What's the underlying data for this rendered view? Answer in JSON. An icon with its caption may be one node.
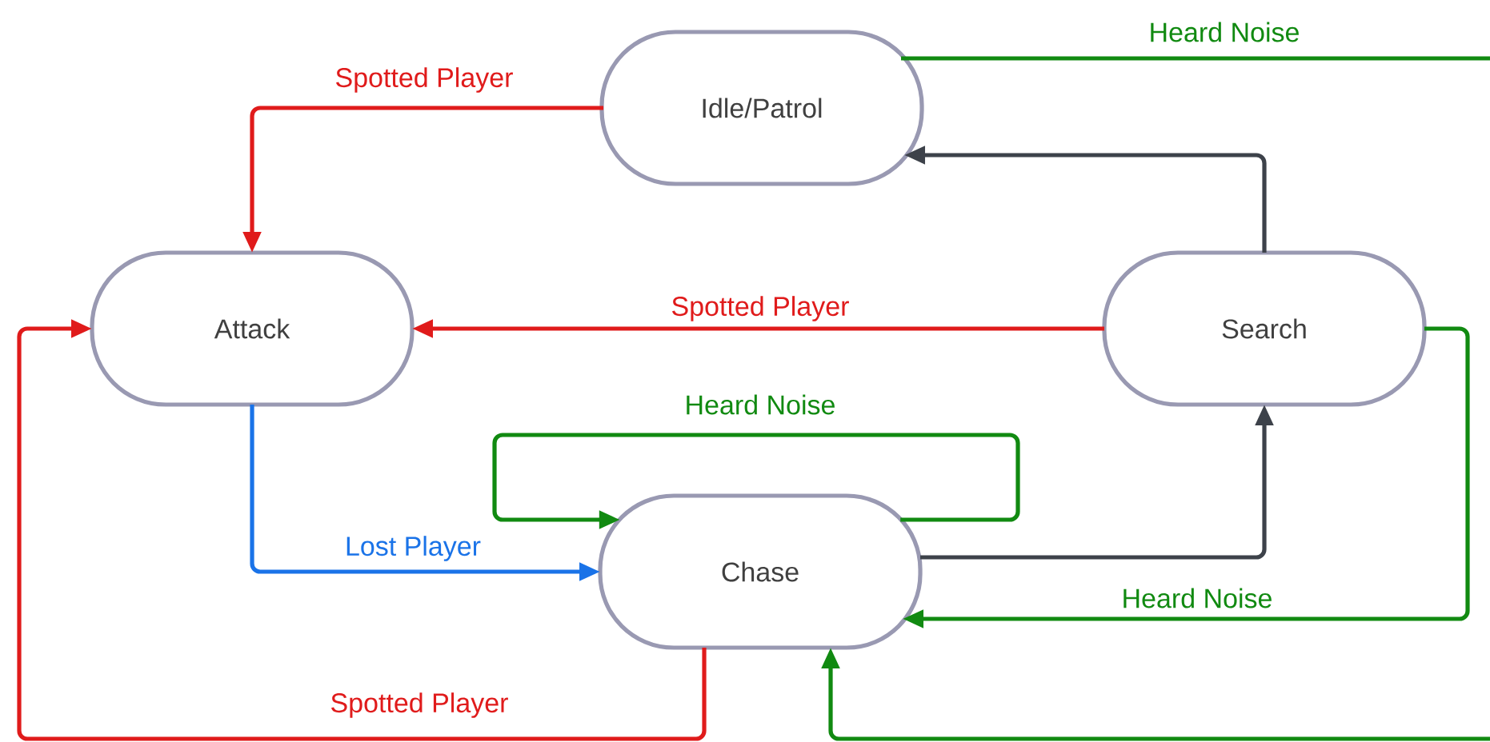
{
  "diagram": {
    "nodes": [
      {
        "text": [
          "Idle/Patrol"
        ]
      },
      {
        "text": [
          "Attack"
        ]
      },
      {
        "text": [
          "Search"
        ]
      },
      {
        "text": [
          "Chase"
        ]
      }
    ],
    "edges": [
      {
        "from": 0,
        "to": 1,
        "arrow": "to",
        "label": "Spotted Player",
        "color": "#e01b1b"
      },
      {
        "from": 2,
        "to": 1,
        "arrow": "to",
        "label": "Spotted Player",
        "color": "#e01b1b"
      },
      {
        "from": 2,
        "to": 0,
        "arrow": "to",
        "color": "#3d424a"
      },
      {
        "from": 1,
        "to": 3,
        "arrow": "to",
        "label": "Lost Player",
        "color": "#1a73e8"
      },
      {
        "from": 3,
        "to": 3,
        "arrow": "to",
        "label": "Heard Noise",
        "color": "#118a11"
      },
      {
        "from": 3,
        "to": 2,
        "arrow": "to",
        "color": "#3d424a"
      },
      {
        "from": 2,
        "to": 3,
        "arrow": "to",
        "label": "Heard Noise",
        "color": "#118a11"
      },
      {
        "from": 3,
        "to": 1,
        "arrow": "to",
        "label": "Spotted Player",
        "color": "#e01b1b"
      },
      {
        "from": 0,
        "to": 3,
        "arrow": "to",
        "label": "Heard Noise",
        "color": "#118a11"
      }
    ]
  }
}
